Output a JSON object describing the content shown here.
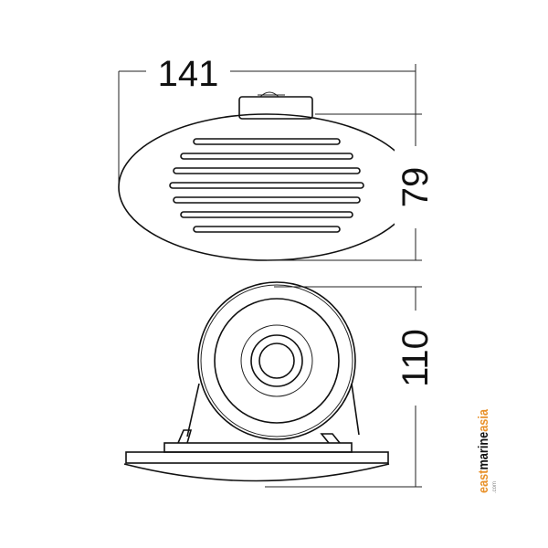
{
  "dimensions": {
    "width": "141",
    "height_top": "79",
    "height_side": "110"
  },
  "logo": {
    "text": "eastmarineasia",
    "suffix": ".com",
    "color": "#e8912a"
  }
}
